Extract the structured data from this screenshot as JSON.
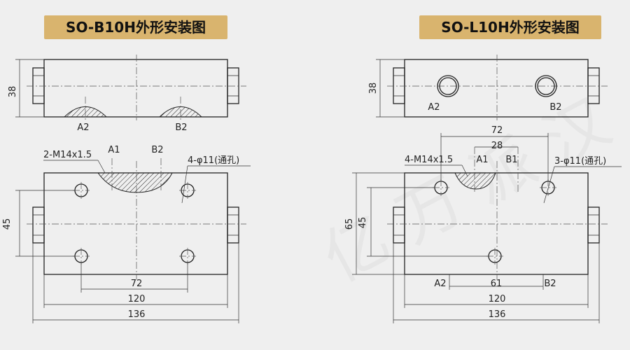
{
  "titles": {
    "left": "SO-B10H外形安装图",
    "right": "SO-L10H外形安装图"
  },
  "watermark": "亿 万 派 汉",
  "left": {
    "top_view": {
      "height_dim": "38",
      "port_a": "A2",
      "port_b": "B2"
    },
    "front_view": {
      "thread_note": "2-M14x1.5",
      "port_a": "A1",
      "port_b": "B2",
      "hole_note": "4-φ11(通孔)",
      "height_dim": "45",
      "dim_72": "72",
      "dim_120": "120",
      "dim_136": "136"
    }
  },
  "right": {
    "top_view": {
      "height_dim": "38",
      "port_a": "A2",
      "port_b": "B2"
    },
    "front_view": {
      "dim_72": "72",
      "dim_28": "28",
      "thread_note": "4-M14x1.5",
      "port_a": "A1",
      "port_b": "B1",
      "hole_note": "3-φ11(通孔)",
      "height_dim": "65",
      "height_dim2": "45",
      "bottom_a": "A2",
      "bottom_b": "B2",
      "dim_61": "61",
      "dim_120": "120",
      "dim_136": "136"
    }
  }
}
